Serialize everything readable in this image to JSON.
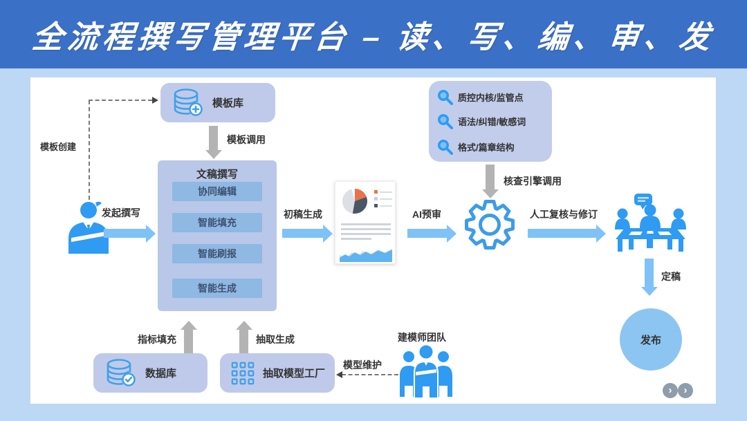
{
  "header": {
    "title": "全流程撰写管理平台 – 读、写、编、审、发"
  },
  "flow": {
    "template_lib": {
      "label": "模板库",
      "icon": "database-plus-icon"
    },
    "doc_writing": {
      "title": "文稿撰写",
      "items": [
        "协同编辑",
        "智能填充",
        "智能刷报",
        "智能生成"
      ]
    },
    "qc_engine": {
      "icon": "magnifier-icon",
      "items": [
        "质控内核/监管点",
        "语法/纠错/敏感词",
        "格式/篇章结构"
      ]
    },
    "database": {
      "label": "数据库",
      "icon": "database-check-icon"
    },
    "model_factory": {
      "label": "抽取模型工厂",
      "icon": "grid-icon"
    },
    "publish": {
      "label": "发布"
    },
    "modeler_team": {
      "label": "建模师团队",
      "icon": "team-icon"
    }
  },
  "labels": {
    "template_create": "模板创建",
    "template_call": "模板调用",
    "initiate_writing": "发起撰写",
    "draft_generation": "初稿生成",
    "ai_preview": "AI预审",
    "check_engine_call": "核查引擎调用",
    "manual_review": "人工复核与修订",
    "finalize": "定稿",
    "indicator_fill": "指标填充",
    "extract_generation": "抽取生成",
    "model_maintenance": "模型维护"
  },
  "nav": {
    "next_symbol": "›"
  },
  "colors": {
    "header_bg": "#3b70c7",
    "page_bg": "#bdd8f5",
    "node_bg": "#bfcaea",
    "inner_item_bg": "#8fb8e3",
    "blue_arrow": "#7fc2f7",
    "gray_arrow": "#b3b3b3",
    "icon_blue": "#2f9bf2",
    "icon_outline_blue": "#41a0e8",
    "publish_circle_bg": "#8cc5f2",
    "pie_orange": "#e8734a",
    "pie_dark": "#4a5663"
  }
}
